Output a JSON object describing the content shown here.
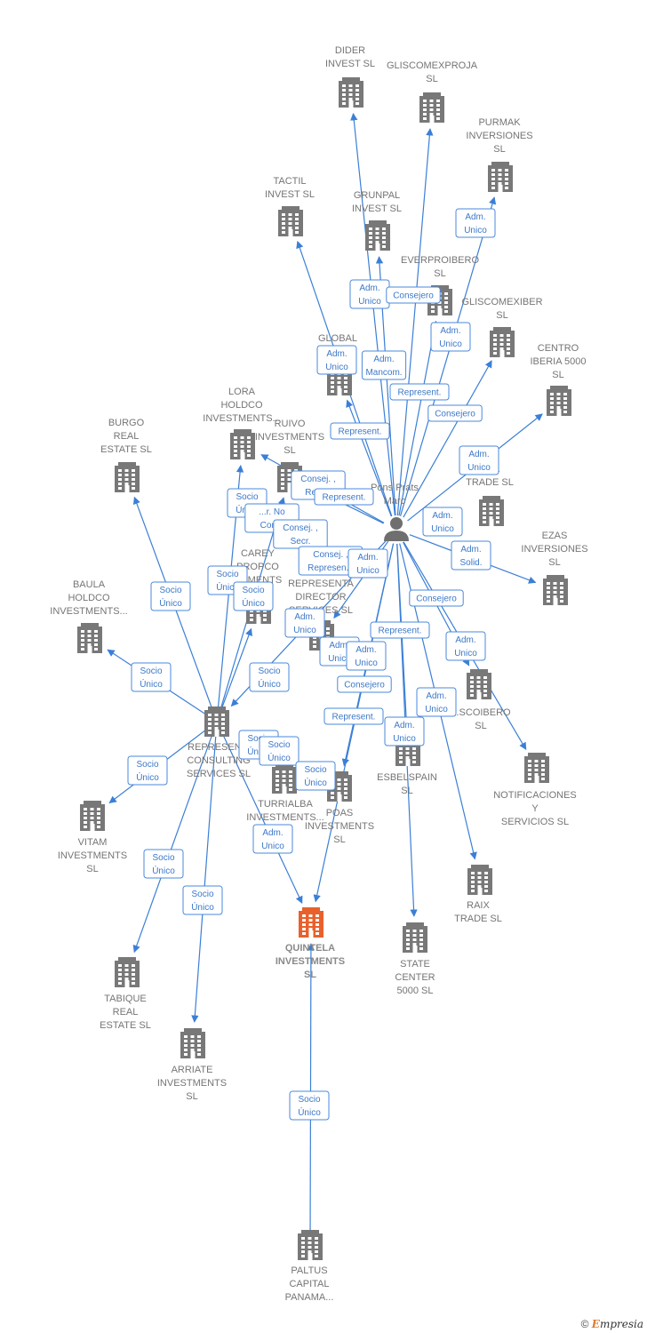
{
  "colors": {
    "company": "#787878",
    "focus": "#e8612c",
    "person": "#6f6f6f",
    "edge": "#3b7fd6",
    "label": "#757575"
  },
  "footer": {
    "copyright": "©",
    "brand_first": "E",
    "brand_rest": "mpresia"
  },
  "nodes": [
    {
      "id": "quintela",
      "type": "focus-company",
      "label": [
        "QUINTELA",
        "INVESTMENTS",
        "SL"
      ]
    },
    {
      "id": "pons",
      "type": "person",
      "label": [
        "Pons Prats",
        "Marc"
      ]
    },
    {
      "id": "dider",
      "type": "company",
      "label": [
        "DIDER",
        "INVEST  SL"
      ]
    },
    {
      "id": "gliscomexproja",
      "type": "company",
      "label": [
        "GLISCOMEXPROJA",
        "SL"
      ]
    },
    {
      "id": "purmak",
      "type": "company",
      "label": [
        "PURMAK",
        "INVERSIONES",
        "SL"
      ]
    },
    {
      "id": "tactil",
      "type": "company",
      "label": [
        "TACTIL",
        "INVEST  SL"
      ]
    },
    {
      "id": "grunpal",
      "type": "company",
      "label": [
        "GRUNPAL",
        "INVEST  SL"
      ]
    },
    {
      "id": "everproibero",
      "type": "company",
      "label": [
        "EVERPROIBERO",
        "SL"
      ]
    },
    {
      "id": "gliscomexibero",
      "type": "company",
      "label": [
        "GLISCOMEXIBER",
        "SL"
      ]
    },
    {
      "id": "global",
      "type": "company",
      "label": [
        "GLOBAL",
        "T..."
      ]
    },
    {
      "id": "centro_iberia",
      "type": "company",
      "label": [
        "CENTRO",
        "IBERIA 5000",
        "SL"
      ]
    },
    {
      "id": "lora",
      "type": "company",
      "label": [
        "LORA",
        "HOLDCO",
        "INVESTMENTS..."
      ]
    },
    {
      "id": "burgo",
      "type": "company",
      "label": [
        "BURGO",
        "REAL",
        "ESTATE  SL"
      ]
    },
    {
      "id": "ruivo",
      "type": "company",
      "label": [
        "RUIVO",
        "INVESTMENTS",
        "SL"
      ]
    },
    {
      "id": "el_trade",
      "type": "company",
      "label": [
        "...EL",
        "TRADE  SL"
      ]
    },
    {
      "id": "ezas",
      "type": "company",
      "label": [
        "EZAS",
        "INVERSIONES",
        "SL"
      ]
    },
    {
      "id": "carey",
      "type": "company",
      "label": [
        "CAREY",
        "PROPCO",
        "...TMENTS"
      ]
    },
    {
      "id": "representa_director",
      "type": "company",
      "label": [
        "REPRESENTA",
        "DIRECTOR",
        "SERVICES  SL"
      ]
    },
    {
      "id": "baula",
      "type": "company",
      "label": [
        "BAULA",
        "HOLDCO",
        "INVESTMENTS..."
      ]
    },
    {
      "id": "ascoibero",
      "type": "company",
      "label": [
        "...SCOIBERO",
        "SL"
      ]
    },
    {
      "id": "represen_consulting",
      "type": "company",
      "label": [
        "REPRESEN...",
        "CONSULTING",
        "SERVICES  SL"
      ]
    },
    {
      "id": "esbelspain",
      "type": "company",
      "label": [
        "ESBELSPAIN",
        "SL"
      ]
    },
    {
      "id": "notificaciones",
      "type": "company",
      "label": [
        "NOTIFICACIONES",
        "Y",
        "SERVICIOS  SL"
      ]
    },
    {
      "id": "turrialba",
      "type": "company",
      "label": [
        "TURRIALBA",
        "INVESTMENTS..."
      ]
    },
    {
      "id": "poas",
      "type": "company",
      "label": [
        "POAS",
        "INVESTMENTS",
        "SL"
      ]
    },
    {
      "id": "vitam",
      "type": "company",
      "label": [
        "VITAM",
        "INVESTMENTS",
        "SL"
      ]
    },
    {
      "id": "raix",
      "type": "company",
      "label": [
        "RAIX",
        "TRADE  SL"
      ]
    },
    {
      "id": "state_center",
      "type": "company",
      "label": [
        "STATE",
        "CENTER",
        "5000  SL"
      ]
    },
    {
      "id": "tabique",
      "type": "company",
      "label": [
        "TABIQUE",
        "REAL",
        "ESTATE  SL"
      ]
    },
    {
      "id": "arriate",
      "type": "company",
      "label": [
        "ARRIATE",
        "INVESTMENTS",
        "SL"
      ]
    },
    {
      "id": "paltus",
      "type": "company",
      "label": [
        "PALTUS",
        "CAPITAL",
        "PANAMA..."
      ]
    }
  ],
  "edges": [
    {
      "from": "pons",
      "to": "dider"
    },
    {
      "from": "pons",
      "to": "gliscomexproja"
    },
    {
      "from": "pons",
      "to": "purmak"
    },
    {
      "from": "pons",
      "to": "tactil"
    },
    {
      "from": "pons",
      "to": "grunpal"
    },
    {
      "from": "pons",
      "to": "everproibero"
    },
    {
      "from": "pons",
      "to": "gliscomexibero"
    },
    {
      "from": "pons",
      "to": "global"
    },
    {
      "from": "pons",
      "to": "centro_iberia"
    },
    {
      "from": "pons",
      "to": "ezas"
    },
    {
      "from": "pons",
      "to": "ascoibero"
    },
    {
      "from": "pons",
      "to": "notificaciones"
    },
    {
      "from": "pons",
      "to": "raix"
    },
    {
      "from": "pons",
      "to": "state_center"
    },
    {
      "from": "pons",
      "to": "esbelspain"
    },
    {
      "from": "pons",
      "to": "quintela"
    },
    {
      "from": "pons",
      "to": "poas"
    },
    {
      "from": "pons",
      "to": "represen_consulting"
    },
    {
      "from": "pons",
      "to": "representa_director"
    },
    {
      "from": "pons",
      "to": "ruivo"
    },
    {
      "from": "pons",
      "to": "lora"
    },
    {
      "from": "represen_consulting",
      "to": "burgo"
    },
    {
      "from": "represen_consulting",
      "to": "baula"
    },
    {
      "from": "represen_consulting",
      "to": "lora"
    },
    {
      "from": "represen_consulting",
      "to": "carey"
    },
    {
      "from": "represen_consulting",
      "to": "vitam"
    },
    {
      "from": "represen_consulting",
      "to": "tabique"
    },
    {
      "from": "represen_consulting",
      "to": "arriate"
    },
    {
      "from": "represen_consulting",
      "to": "quintela"
    },
    {
      "from": "represen_consulting",
      "to": "ruivo"
    },
    {
      "from": "paltus",
      "to": "quintela"
    }
  ],
  "relation_labels": [
    {
      "lines": [
        "Adm.",
        "Unico"
      ]
    },
    {
      "lines": [
        "Consejero"
      ]
    },
    {
      "lines": [
        "Adm.",
        "Unico"
      ]
    },
    {
      "lines": [
        "Adm.",
        "Unico"
      ]
    },
    {
      "lines": [
        "Adm.",
        "Unico"
      ]
    },
    {
      "lines": [
        "Adm.",
        "Mancom."
      ]
    },
    {
      "lines": [
        "Represent."
      ]
    },
    {
      "lines": [
        "Consejero"
      ]
    },
    {
      "lines": [
        "Represent."
      ]
    },
    {
      "lines": [
        "Adm.",
        "Unico"
      ]
    },
    {
      "lines": [
        "Consej. ,",
        "Repr..."
      ]
    },
    {
      "lines": [
        "Represent."
      ]
    },
    {
      "lines": [
        "Adm.",
        "Unico"
      ]
    },
    {
      "lines": [
        "Adm.",
        "Solid."
      ]
    },
    {
      "lines": [
        "Socio",
        "Único"
      ]
    },
    {
      "lines": [
        "...r.  No",
        "Con..."
      ]
    },
    {
      "lines": [
        "Consej. ,",
        "Secr."
      ]
    },
    {
      "lines": [
        "Consej. ,",
        "Represen..."
      ]
    },
    {
      "lines": [
        "Adm.",
        "Unico"
      ]
    },
    {
      "lines": [
        "Socio",
        "Único"
      ]
    },
    {
      "lines": [
        "Socio",
        "Único"
      ]
    },
    {
      "lines": [
        "Socio",
        "Único"
      ]
    },
    {
      "lines": [
        "Consejero"
      ]
    },
    {
      "lines": [
        "Adm.",
        "Unico"
      ]
    },
    {
      "lines": [
        "Represent."
      ]
    },
    {
      "lines": [
        "Adm.",
        "Unico"
      ]
    },
    {
      "lines": [
        "Adm.",
        "Unico"
      ]
    },
    {
      "lines": [
        "Socio",
        "Único"
      ]
    },
    {
      "lines": [
        "Socio",
        "Único"
      ]
    },
    {
      "lines": [
        "Adm.",
        "Unico"
      ]
    },
    {
      "lines": [
        "Consejero"
      ]
    },
    {
      "lines": [
        "Adm.",
        "Unico"
      ]
    },
    {
      "lines": [
        "Represent."
      ]
    },
    {
      "lines": [
        "Adm.",
        "Unico"
      ]
    },
    {
      "lines": [
        "Socio",
        "Único"
      ]
    },
    {
      "lines": [
        "Socio",
        "Único"
      ]
    },
    {
      "lines": [
        "Socio",
        "Único"
      ]
    },
    {
      "lines": [
        "Adm.",
        "Unico"
      ]
    },
    {
      "lines": [
        "Socio",
        "Único"
      ]
    },
    {
      "lines": [
        "Socio",
        "Único"
      ]
    },
    {
      "lines": [
        "Socio",
        "Único"
      ]
    },
    {
      "lines": [
        "Socio",
        "Único"
      ]
    }
  ]
}
